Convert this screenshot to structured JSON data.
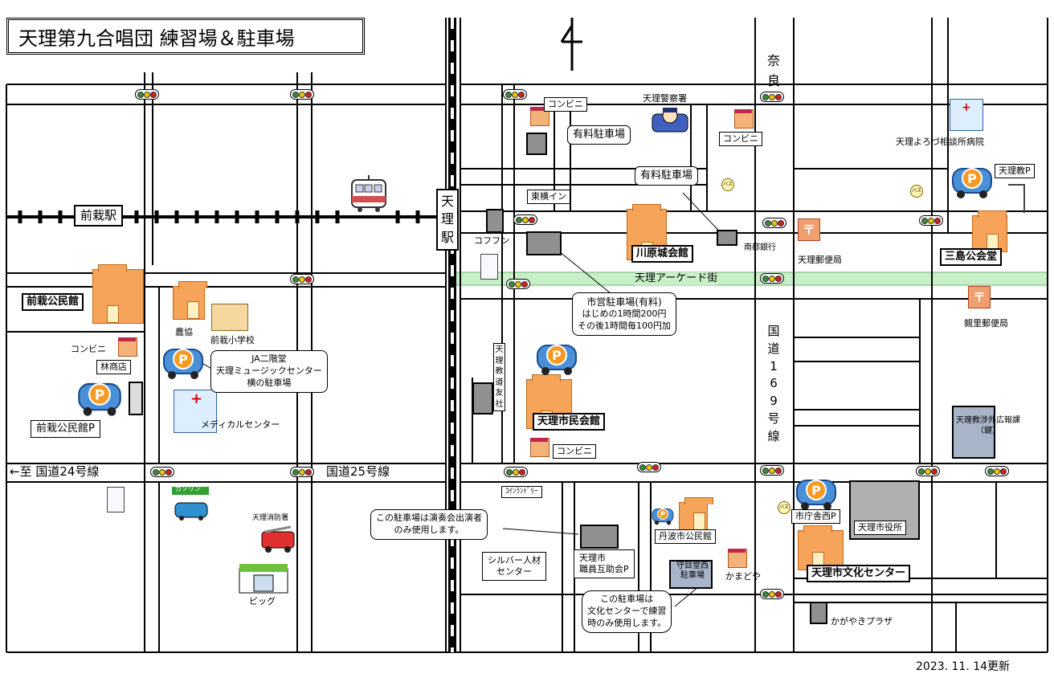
{
  "map": {
    "title": "天理第九合唱団 練習場＆駐車場",
    "updated": "2023. 11. 14更新",
    "compass": {
      "icon": "north-arrow-icon"
    },
    "roads": {
      "nara": "奈\n良",
      "route169": "国\n道\n1\n6\n9\n号\n線",
      "route25": "国道25号線",
      "route24": "←至 国道24号線",
      "arcade": "天理アーケード街"
    },
    "stations": {
      "senzai": "前栽駅",
      "tenri": "天\n理\n駅"
    },
    "facilities": {
      "senzai_hall": "前栽公民館",
      "senzai_hall_p": "前栽公民館P",
      "kawaharajo_hall": "川原城会館",
      "mishima_hall": "三島公会堂",
      "tenri_citizen_hall": "天理市民会館",
      "tenri_culture_center": "天理市文化センター",
      "tenri_city_hall": "天理市役所",
      "tanbaichi_hall": "丹波市公民館",
      "tenri_police": "天理警察署",
      "toyoko_inn": "東横イン",
      "nanto_bank": "南都銀行",
      "tenri_post": "天理郵便局",
      "oyasato_post": "親里郵便局",
      "yorozu_hospital": "天理よろづ相談所病院",
      "tenrikyo_p": "天理教P",
      "tenrikyo_office": "天理教涉外広報課\n（鍵）",
      "tenrikyodoyusha": "天\n理\n教\n道\n友\n社",
      "kofun": "コフフン",
      "nokyo": "農協",
      "senzai_school": "前栽小学校",
      "hayashi": "林商店",
      "medical": "メディカルセンター",
      "fire": "天理消防署",
      "big": "ビッグ",
      "gasoline": "ガソリン",
      "coin_laundry": "ｺｲﾝﾗﾝﾄﾞﾘｰ",
      "kamadoya": "かまどや",
      "kagayaki": "かがやきプラザ",
      "silver": "シルバー人材\nセンター",
      "staff_p": "天理市\n職員互助会P",
      "moriya_p": "守目堂西\n駐車場",
      "city_west_p": "市庁舎西P",
      "convenience": "コンビニ",
      "paid_parking": "有料駐車場"
    },
    "callouts": {
      "municipal_parking": {
        "title": "市営駐車場(有料)",
        "line1": "はじめの1時間200円",
        "line2": "その後1時間毎100円加"
      },
      "ja_parking": {
        "text": "JA二階堂\n天理ミュージックセンター\n横の駐車場"
      },
      "performers_parking": {
        "text": "この駐車場は演奏会出演者\nのみ使用します。"
      },
      "practice_parking": {
        "text": "この駐車場は\n文化センターで練習\n時のみ使用します。"
      }
    },
    "colors": {
      "arcade": "#c8f0c8",
      "road": "#000000",
      "hall": "#f6a45a",
      "parking": "#4a90d9",
      "lot": "#909090"
    }
  }
}
